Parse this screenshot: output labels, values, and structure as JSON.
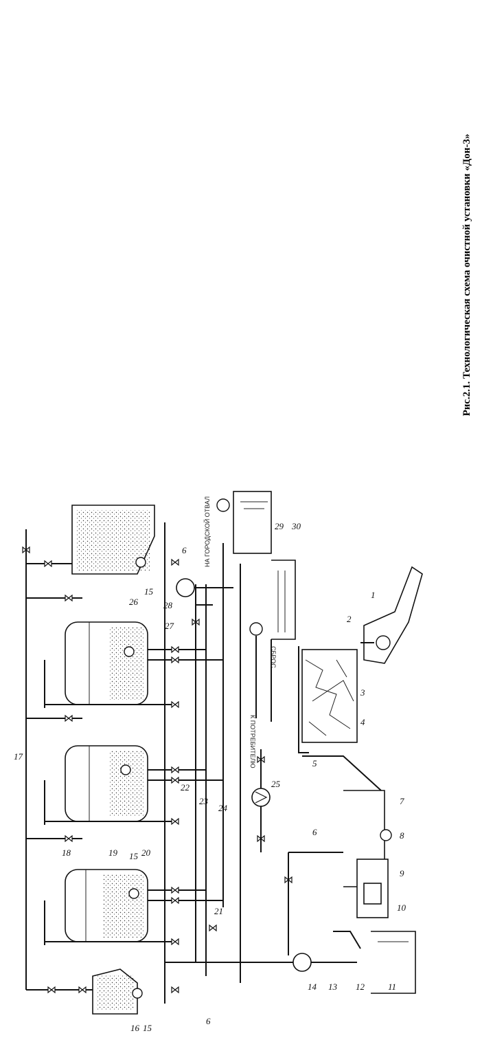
{
  "caption": "Рис.2.1. Технологическая схема очистной установки «Дон-3»",
  "labels": {
    "l1": "1",
    "l2": "2",
    "l3": "3",
    "l4": "4",
    "l5": "5",
    "l6": "6",
    "l7": "7",
    "l8": "8",
    "l9": "9",
    "l10": "10",
    "l11": "11",
    "l12": "12",
    "l13": "13",
    "l14": "14",
    "l15": "15",
    "l16": "16",
    "l17": "17",
    "l18": "18",
    "l19": "19",
    "l20": "20",
    "l21": "21",
    "l22": "22",
    "l23": "23",
    "l24": "24",
    "l25": "25",
    "l26": "26",
    "l27": "27",
    "l28": "28",
    "l29": "29",
    "l30": "30"
  },
  "annotations": {
    "to_consumer": "К ПОТРЕБИТЕЛЮ",
    "discharge": "СБРОС",
    "to_city": "НА ГОРОДСКОЙ ОТВАЛ"
  }
}
